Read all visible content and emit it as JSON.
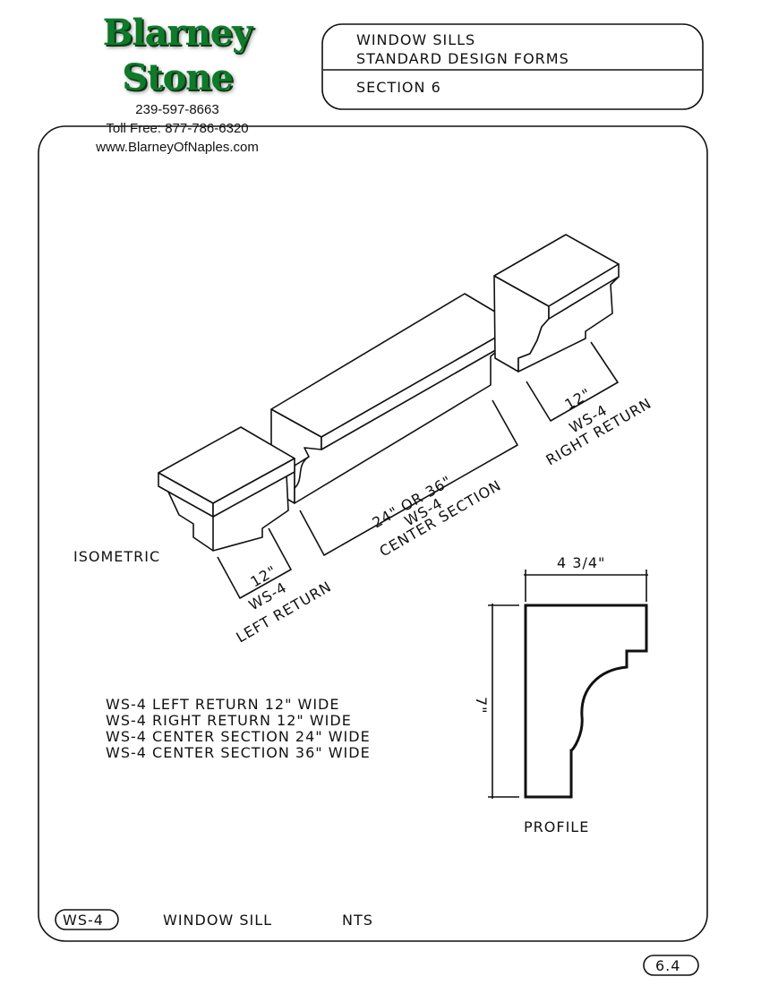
{
  "company": {
    "name": "Blarney Stone",
    "phone": "239-597-8663",
    "toll_free": "Toll Free: 877-786-6320",
    "website": "www.BlarneyOfNaples.com"
  },
  "title_block": {
    "line1": "WINDOW SILLS",
    "line2": "STANDARD DESIGN FORMS",
    "section": "SECTION 6"
  },
  "drawing": {
    "view_label": "ISOMETRIC",
    "left_return": {
      "dim": "12\"",
      "code": "WS-4",
      "name": "LEFT RETURN"
    },
    "center_section": {
      "dim": "24\" OR 36\"",
      "code": "WS-4",
      "name": "CENTER SECTION"
    },
    "right_return": {
      "dim": "12\"",
      "code": "WS-4",
      "name": "RIGHT RETURN"
    },
    "profile": {
      "label": "PROFILE",
      "width": "4 3/4\"",
      "height": "7\""
    }
  },
  "legend": [
    "WS-4 LEFT RETURN 12\" WIDE",
    "WS-4 RIGHT RETURN 12\" WIDE",
    "WS-4 CENTER SECTION 24\" WIDE",
    "WS-4 CENTER SECTION 36\" WIDE"
  ],
  "footer": {
    "code": "WS-4",
    "title": "WINDOW SILL",
    "scale": "NTS",
    "page": "6.4"
  }
}
